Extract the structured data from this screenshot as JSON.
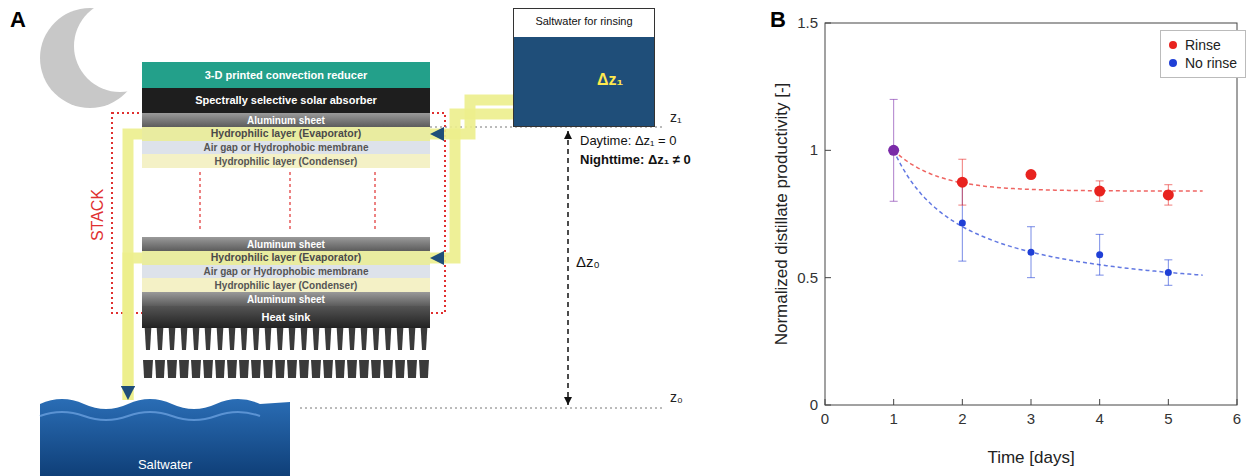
{
  "diagram": {
    "nodes": [
      {
        "text": [
          "3-D printed convection reducer"
        ]
      },
      {
        "text": [
          "Spectrally selective solar absorber"
        ]
      },
      {
        "text": [
          "Aluminum sheet"
        ]
      },
      {
        "text": [
          "Hydrophilic layer (Evaporator)"
        ]
      },
      {
        "text": [
          "Air gap or Hydrophobic membrane"
        ]
      },
      {
        "text": [
          "Hydrophilic layer (Condenser)"
        ]
      },
      {
        "text": [
          "Aluminum sheet"
        ]
      },
      {
        "text": [
          "Hydrophilic layer (Evaporator)"
        ]
      },
      {
        "text": [
          "Air gap or Hydrophobic membrane"
        ]
      },
      {
        "text": [
          "Hydrophilic layer (Condenser)"
        ]
      },
      {
        "text": [
          "Aluminum sheet"
        ]
      },
      {
        "text": [
          "Heat sink"
        ]
      },
      {
        "text": [
          "Saltwater for rinsing"
        ]
      },
      {
        "text": [
          "Saltwater"
        ]
      }
    ],
    "edges": [
      {
        "from": 12,
        "to": 3,
        "arrow": "to"
      },
      {
        "from": 12,
        "to": 7,
        "arrow": "to"
      },
      {
        "from": 3,
        "to": 13,
        "arrow": "to"
      },
      {
        "from": 7,
        "to": 13,
        "arrow": "to"
      }
    ],
    "labels": [
      "A",
      "Δz₁",
      "z₁",
      "Daytime: Δz₁ = 0",
      "Nighttime: Δz₁ ≠ 0",
      "Δz₀",
      "z₀",
      "STACK",
      "B",
      "Normalized distillate productivity [-]",
      "Time [days]",
      "0",
      "0.5",
      "1",
      "1.5",
      "0",
      "1",
      "2",
      "3",
      "4",
      "5",
      "6"
    ],
    "legend": [
      {
        "text": "Rinse",
        "color": "#e8231f"
      },
      {
        "text": "No rinse",
        "color": "#1f3fd6"
      }
    ]
  }
}
